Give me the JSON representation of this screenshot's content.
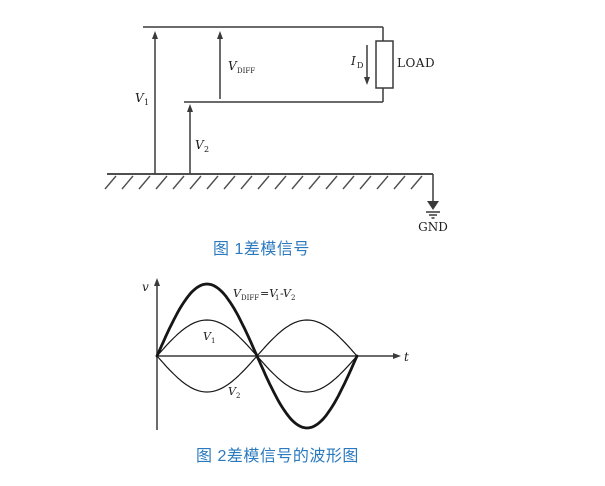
{
  "colors": {
    "caption": "#2b7abf",
    "line": "#3a3a3a",
    "gline": "#4f4f4f",
    "curve": "#161616"
  },
  "figure1": {
    "caption": "图 1差模信号",
    "v1": {
      "base": "V",
      "sub": "1"
    },
    "v2": {
      "base": "V",
      "sub": "2"
    },
    "vdiff": {
      "base": "V",
      "sub": "DIFF"
    },
    "id": {
      "base": "I",
      "sub": "D"
    },
    "load_label": "LOAD",
    "gnd_label": "GND"
  },
  "figure2": {
    "caption": "图 2差模信号的波形图",
    "v_axis_label": "v",
    "t_axis_label": "t",
    "eq": {
      "b1": "V",
      "s1": "DIFF",
      "b2": "=V",
      "s2": "1",
      "b3": "-V",
      "s3": "2"
    },
    "v1": {
      "base": "V",
      "sub": "1"
    },
    "v2": {
      "base": "V",
      "sub": "2"
    }
  },
  "chart_data": {
    "type": "line",
    "title": "",
    "xlabel": "t",
    "ylabel": "v",
    "grid": false,
    "axis_ticks": "none",
    "x_range": [
      0,
      1
    ],
    "y_range": [
      -2.2,
      2.2
    ],
    "annotations": [
      "VDIFF=V1-V2",
      "V1",
      "V2"
    ],
    "series": [
      {
        "id": "vdiff",
        "name": "VDIFF=V1-V2",
        "waveform": "sine",
        "amplitude": 2,
        "emphasis": "bold"
      },
      {
        "id": "v1",
        "name": "V1",
        "waveform": "sine",
        "amplitude": 1
      },
      {
        "id": "v2",
        "name": "V2",
        "waveform": "sine",
        "amplitude": -1
      }
    ],
    "relationship": "V2 = -V1; VDIFF = V1 - V2 = 2*V1 over one full period"
  }
}
